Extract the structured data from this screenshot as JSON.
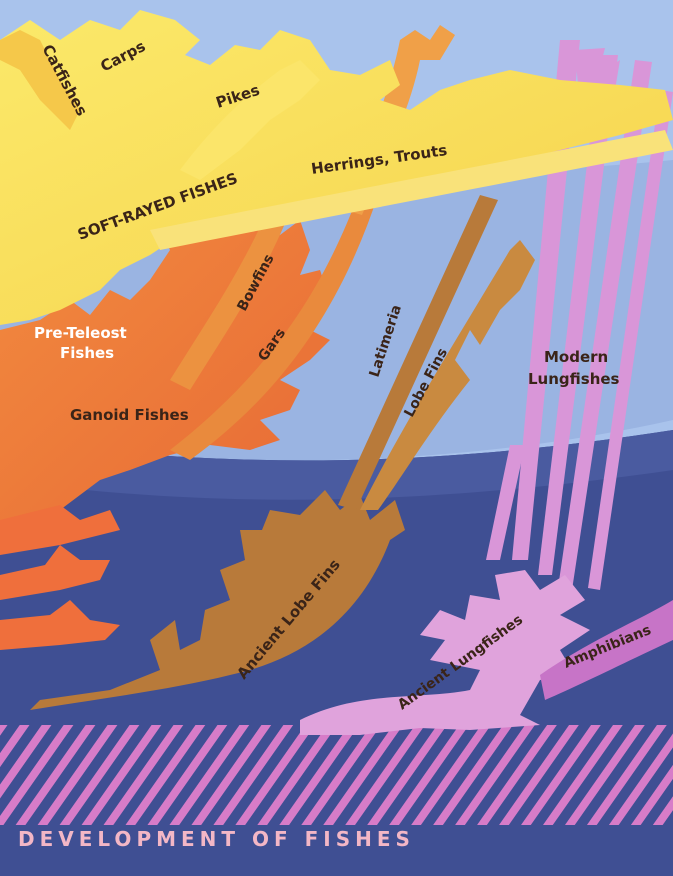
{
  "caption": "DEVELOPMENT OF FISHES",
  "groups": {
    "catfishes": "Catfishes",
    "carps": "Carps",
    "pikes": "Pikes",
    "soft_rayed": "SOFT-RAYED FISHES",
    "herrings_trouts": "Herrings, Trouts",
    "pre_teleost_1": "Pre-Teleost",
    "pre_teleost_2": "Fishes",
    "bowfins": "Bowfins",
    "gars": "Gars",
    "ganoid": "Ganoid Fishes",
    "latimeria": "Latimeria",
    "lobe_fins": "Lobe Fins",
    "modern_lungfishes_1": "Modern",
    "modern_lungfishes_2": "Lungfishes",
    "ancient_lobe_fins": "Ancient Lobe Fins",
    "ancient_lungfishes": "Ancient Lungfishes",
    "amphibians": "Amphibians"
  },
  "colors": {
    "sky_top": "#a9c3ec",
    "sky_band": "#8fa8d8",
    "deep": "#3f4f93",
    "soft_rayed": "#f7df55",
    "ganoid": "#ee7a3b",
    "lobe": "#b87a3a",
    "lung": "#d996d8",
    "caption": "#f3b7c6"
  }
}
